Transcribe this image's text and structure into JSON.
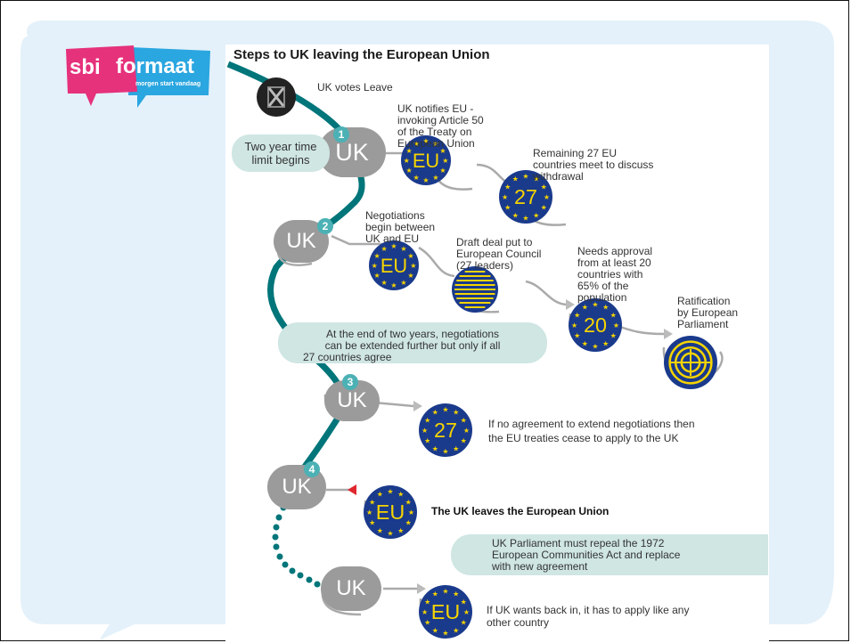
{
  "colors": {
    "teal": "#00757a",
    "eu_blue": "#1a3a8c",
    "eu_yellow": "#f5d400",
    "uk_grey": "#9b9b9b",
    "note_bg": "#cfe6e3",
    "bubble": "#e4f1fa",
    "logo_pink": "#e6317b",
    "logo_blue": "#2aa6e0",
    "arrow_red": "#e0262d"
  },
  "logo": {
    "brand_a": "sbi",
    "brand_b": "formaat",
    "tagline": "morgen start vandaag"
  },
  "title": "Steps to UK leaving the European Union",
  "vote_label": "UK votes Leave",
  "vote_icon": "x-ballot-icon",
  "steps": [
    {
      "number": "1"
    },
    {
      "number": "2"
    },
    {
      "number": "3"
    },
    {
      "number": "4"
    }
  ],
  "uk_text": "UK",
  "eu_text": "EU",
  "badges": {
    "b27a": "27",
    "b20": "20",
    "b27b": "27"
  },
  "labels": {
    "notify": [
      "UK notifies EU -",
      "invoking Article 50",
      "of the Treaty on",
      "European Union"
    ],
    "meet27": [
      "Remaining 27 EU",
      "countries meet to discuss",
      "withdrawal"
    ],
    "negotiate": [
      "Negotiations",
      "begin between",
      "UK and EU"
    ],
    "draft": [
      "Draft deal put to",
      "European Council",
      "(27 leaders)"
    ],
    "approval": [
      "Needs approval",
      "from at least 20",
      "countries with",
      "65% of the",
      "population"
    ],
    "ratify": [
      "Ratification",
      "by European",
      "Parliament"
    ],
    "no_extend": [
      "If no agreement to extend negotiations then",
      "the EU treaties cease to apply to the UK"
    ],
    "leaves": "The UK leaves the European Union",
    "back_in": [
      "If UK wants back in, it has to apply like any",
      "other country"
    ]
  },
  "notes": {
    "two_year": [
      "Two year time",
      "limit begins"
    ],
    "extend": [
      "At the end of two years, negotiations",
      "can be extended further but only if all",
      "27 countries agree"
    ],
    "repeal": [
      "UK Parliament must repeal the 1972",
      "European Communities Act and replace",
      "with new agreement"
    ]
  }
}
